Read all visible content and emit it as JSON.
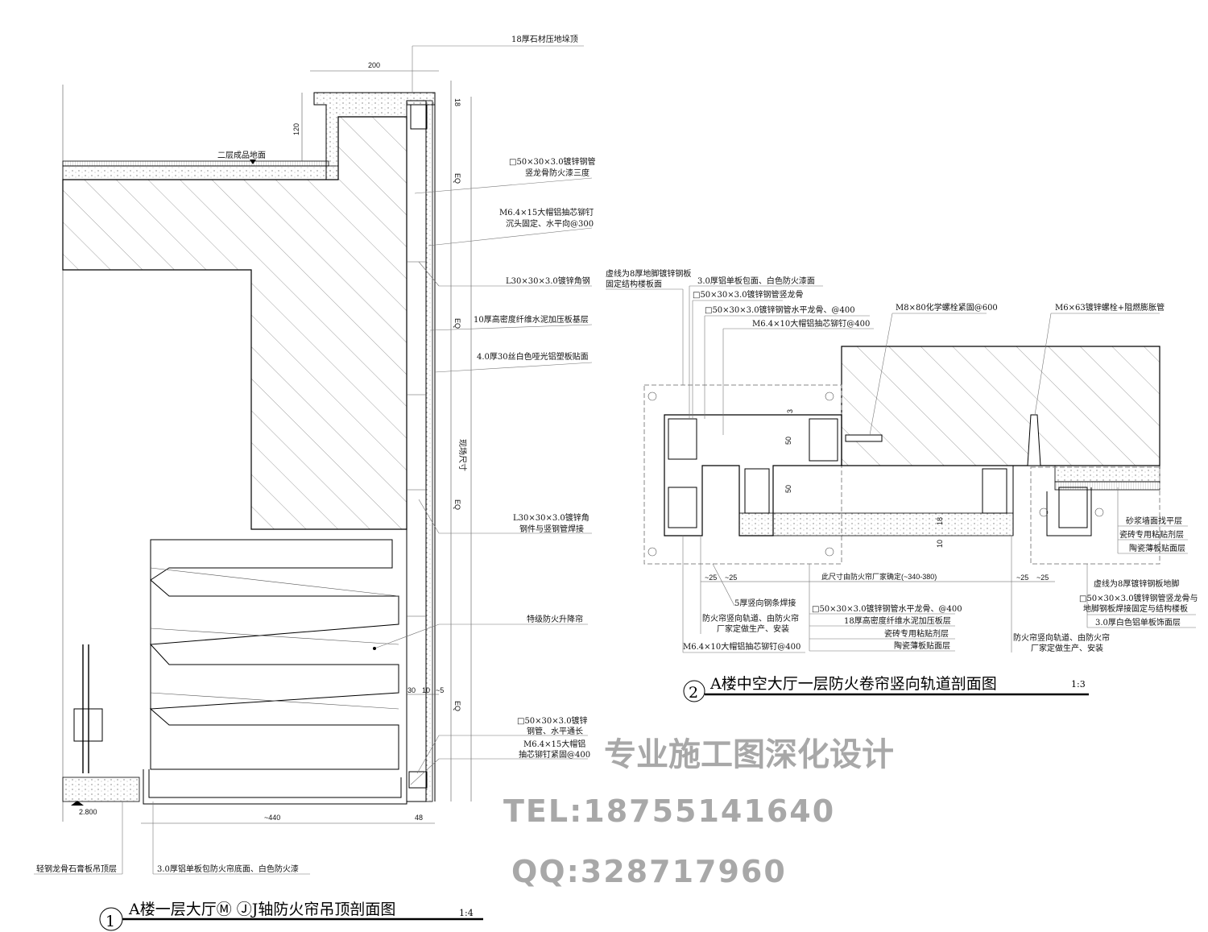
{
  "drawing1": {
    "number": "1",
    "title": "A楼一层大厅Ⓜ ⒿJ轴防火帘吊顶剖面图",
    "scale": "1:4",
    "floor_label": "二层成品地面",
    "elevation": "2.800",
    "labels": [
      "18厚石材压地垛顶",
      "□50×30×3.0镀锌钢管",
      "竖龙骨防火漆三度",
      "M6.4×15大帽铝抽芯铆钉",
      "沉头固定、水平向@300",
      "L30×30×3.0镀锌角钢",
      "10厚高密度纤维水泥加压板基层",
      "4.0厚30丝白色哑光铝塑板贴面",
      "L30×30×3.0镀锌角",
      "钢件与竖钢管焊接",
      "特级防火升降帘",
      "□50×30×3.0镀锌",
      "钢管、水平通长",
      "M6.4×15大帽铝",
      "抽芯铆钉紧固@400",
      "轻钢龙骨石膏板吊顶层",
      "3.0厚铝单板包防火帘底面、白色防火漆"
    ],
    "dims": {
      "top_width": "200",
      "cap_height": "120",
      "stone": "18",
      "eq": "EQ",
      "site": "现场尺寸",
      "d30": "30",
      "d10": "10",
      "d5": "~5",
      "bottom": "~440",
      "d48": "48"
    }
  },
  "drawing2": {
    "number": "2",
    "title": "A楼中空大厅一层防火卷帘竖向轨道剖面图",
    "scale": "1:3",
    "labels_top": [
      "虚线为8厚地脚镀锌钢板",
      "固定结构楼板面",
      "3.0厚铝单板包面、白色防火漆面",
      "□50×30×3.0镀锌钢管竖龙骨",
      "□50×30×3.0镀锌钢管水平龙骨、@400",
      "M6.4×10大帽铝抽芯铆钉@400",
      "M8×80化学螺栓紧固@600",
      "M6×63镀锌螺栓+阻燃膨胀管"
    ],
    "labels_right": [
      "砂浆墙面找平层",
      "瓷砖专用粘贴剂层",
      "陶瓷薄板贴面层",
      "虚线为8厚镀锌钢板地脚",
      "□50×30×3.0镀锌钢管竖龙骨与",
      "地脚钢板焊接固定与结构楼板",
      "3.0厚白色铝单板饰面层"
    ],
    "labels_bottom": [
      "5厚竖向钢条焊接",
      "防火帘竖向轨道、由防火帘",
      "厂家定做生产、安装",
      "M6.4×10大帽铝抽芯铆钉@400",
      "□50×30×3.0镀锌钢管水平龙骨、@400",
      "18厚高密度纤维水泥加压板层",
      "瓷砖专用粘贴剂层",
      "陶瓷薄板贴面层",
      "防火帘竖向轨道、由防火帘",
      "厂家定做生产、安装"
    ],
    "dims": {
      "d25": "~25",
      "span": "此尺寸由防火帘厂家确定(~340-380)",
      "d50": "50",
      "d18": "18",
      "d10": "10",
      "d3": "3"
    }
  },
  "watermark": {
    "line1": "专业施工图深化设计",
    "line2": "TEL:18755141640",
    "line3": "QQ:328717960"
  }
}
